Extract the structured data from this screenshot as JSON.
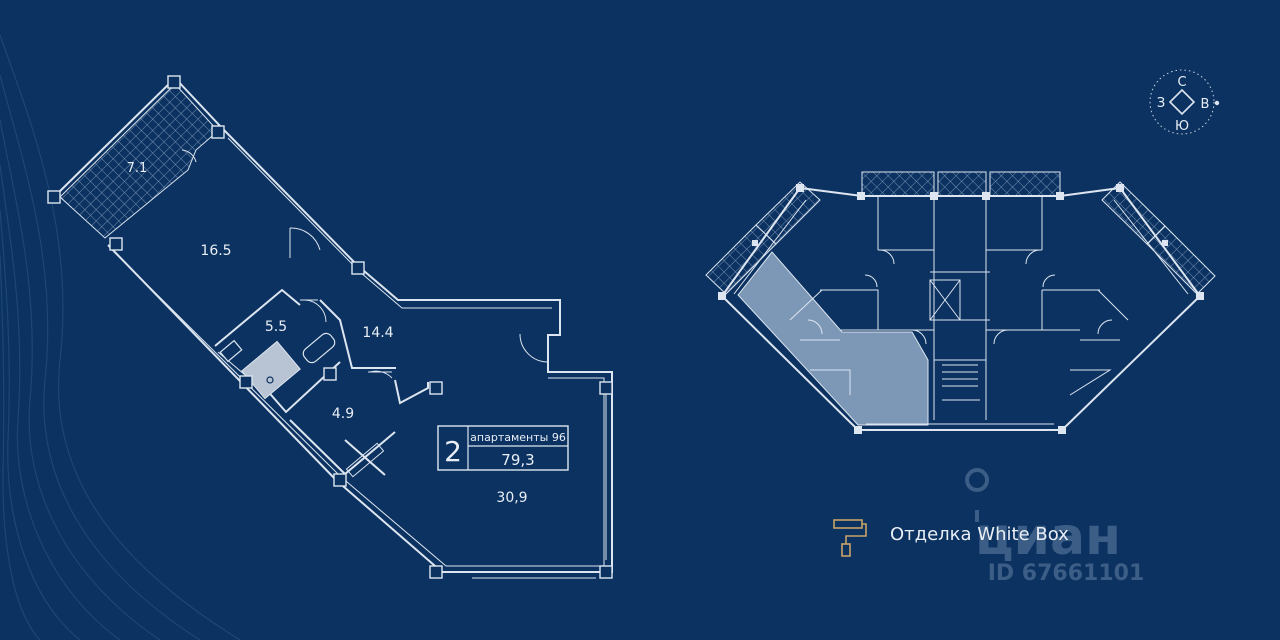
{
  "compass": {
    "n": "С",
    "s": "Ю",
    "w": "З",
    "e": "В"
  },
  "plan": {
    "rooms": [
      {
        "area": "7.1"
      },
      {
        "area": "16.5"
      },
      {
        "area": "5.5"
      },
      {
        "area": "14.4"
      },
      {
        "area": "4.9"
      },
      {
        "area": "30,9"
      }
    ],
    "unit": {
      "rooms_count": "2",
      "type_label": "апартаменты 96",
      "total_area": "79,3"
    }
  },
  "finish": {
    "label": "Отделка White Box",
    "icon": "paint-roller-icon"
  },
  "watermark": {
    "brand": "циан",
    "id": "ID 67661101"
  },
  "colors": {
    "background": "#0b3260",
    "highlight": "#7d98b7",
    "accent": "#c8a368"
  }
}
